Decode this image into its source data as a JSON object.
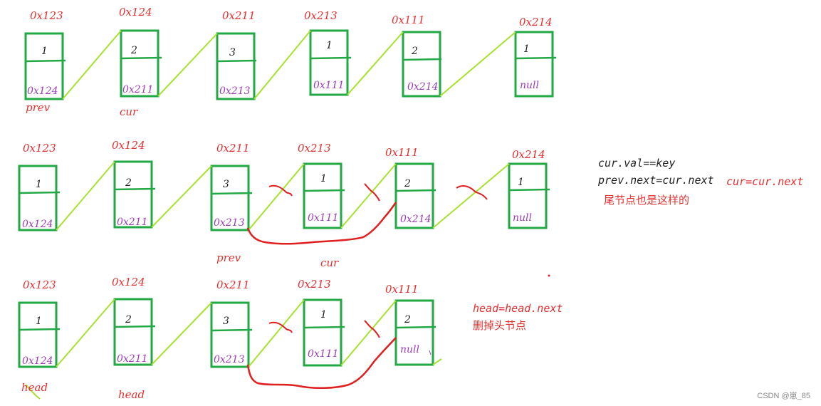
{
  "rows": [
    {
      "nodes": [
        {
          "addr": "0x123",
          "val": "1",
          "next": "0x124"
        },
        {
          "addr": "0x124",
          "val": "2",
          "next": "0x211"
        },
        {
          "addr": "0x211",
          "val": "3",
          "next": "0x213"
        },
        {
          "addr": "0x213",
          "val": "1",
          "next": "0x111"
        },
        {
          "addr": "0x111",
          "val": "2",
          "next": "0x214"
        },
        {
          "addr": "0x214",
          "val": "1",
          "next": "null"
        }
      ],
      "labels": [
        "prev",
        "cur"
      ]
    },
    {
      "nodes": [
        {
          "addr": "0x123",
          "val": "1",
          "next": "0x124"
        },
        {
          "addr": "0x124",
          "val": "2",
          "next": "0x211"
        },
        {
          "addr": "0x211",
          "val": "3",
          "next": "0x213"
        },
        {
          "addr": "0x213",
          "val": "1",
          "next": "0x111"
        },
        {
          "addr": "0x111",
          "val": "2",
          "next": "0x214"
        },
        {
          "addr": "0x214",
          "val": "1",
          "next": "null"
        }
      ],
      "labels": [
        "prev",
        "cur"
      ]
    },
    {
      "nodes": [
        {
          "addr": "0x123",
          "val": "1",
          "next": "0x124"
        },
        {
          "addr": "0x124",
          "val": "2",
          "next": "0x211"
        },
        {
          "addr": "0x211",
          "val": "3",
          "next": "0x213"
        },
        {
          "addr": "0x213",
          "val": "1",
          "next": "0x111"
        },
        {
          "addr": "0x111",
          "val": "2",
          "next": "null"
        }
      ],
      "labels": [
        "head",
        "head"
      ]
    }
  ],
  "notes": {
    "line1": "cur.val==key",
    "line2": "prev.next=cur.next",
    "line3": "cur=cur.next",
    "line4": "尾节点也是这样的",
    "line5": "head=head.next",
    "line6": "删掉头节点"
  },
  "watermark": "CSDN @崽_85",
  "colors": {
    "node_border": "#22a845",
    "link": "#a6e22e",
    "address": "#e53030",
    "next_pointer": "#9b3fb5",
    "annotation": "#e01f1f"
  }
}
